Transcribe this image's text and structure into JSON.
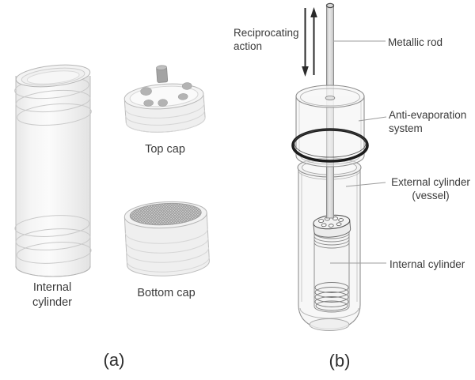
{
  "figure": {
    "panel_a": {
      "caption": "(a)",
      "internal_cylinder_label_line1": "Internal",
      "internal_cylinder_label_line2": "cylinder",
      "top_cap_label": "Top cap",
      "bottom_cap_label": "Bottom cap"
    },
    "panel_b": {
      "caption": "(b)",
      "reciprocating_label_line1": "Reciprocating",
      "reciprocating_label_line2": "action",
      "metallic_rod_label": "Metallic rod",
      "anti_evaporation_label_line1": "Anti-evaporation",
      "anti_evaporation_label_line2": "system",
      "external_cylinder_label_line1": "External cylinder",
      "external_cylinder_label_line2": "(vessel)",
      "internal_cylinder_label": "Internal cylinder"
    },
    "colors": {
      "background": "#ffffff",
      "outline": "#8f8f8f",
      "light_outline": "#c0c0c0",
      "text": "#3a3a3a",
      "o_ring": "#1c1c1c",
      "arrow": "#2a2a2a",
      "mesh": "#8f8f8f"
    }
  }
}
